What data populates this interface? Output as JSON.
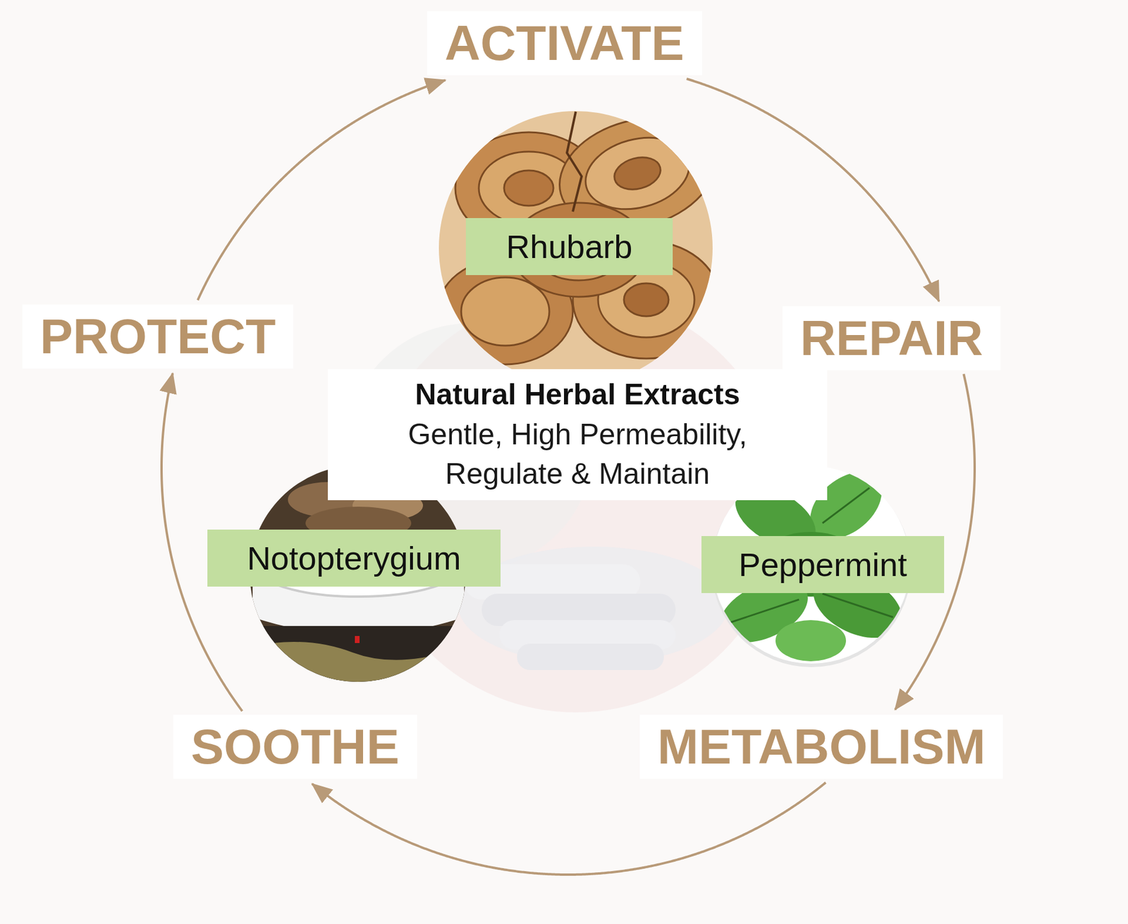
{
  "diagram": {
    "nodes": [
      {
        "text": [
          "ACTIVATE"
        ]
      },
      {
        "text": [
          "Rhubarb"
        ]
      },
      {
        "text": [
          "PROTECT"
        ]
      },
      {
        "text": [
          "REPAIR"
        ]
      },
      {
        "text": [
          "Natural Herbal Extracts",
          "Gentle, High Permeability, Regulate & Maintain"
        ]
      },
      {
        "text": [
          "Notopterygium"
        ]
      },
      {
        "text": [
          "Peppermint"
        ]
      },
      {
        "text": [
          "SOOTHE"
        ]
      },
      {
        "text": [
          "METABOLISM"
        ]
      }
    ],
    "edges": [
      {
        "from": 2,
        "to": 0,
        "arrow": "to"
      },
      {
        "from": 0,
        "to": 3,
        "arrow": "to"
      },
      {
        "from": 3,
        "to": 8,
        "arrow": "to"
      },
      {
        "from": 8,
        "to": 7,
        "arrow": "to"
      },
      {
        "from": 7,
        "to": 2,
        "arrow": "to"
      }
    ]
  }
}
